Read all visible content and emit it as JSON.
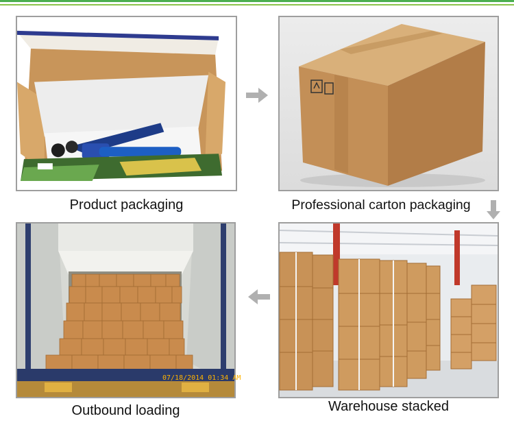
{
  "steps": [
    {
      "caption": "Product packaging",
      "photo": "product-in-box"
    },
    {
      "caption": "Professional carton packaging",
      "photo": "sealed-carton"
    },
    {
      "caption": "Outbound loading",
      "photo": "container-loading",
      "timestamp": "07/18/2014 01:34 AM"
    },
    {
      "caption": "Warehouse stacked",
      "photo": "warehouse-stack"
    }
  ],
  "colors": {
    "accent_dark": "#4caf50",
    "accent_light": "#8bc34a",
    "frame": "#9e9e9e",
    "arrow": "#b0b0b0",
    "carton": "#c9955b",
    "stamp": "#ffb300"
  },
  "icons": [
    "arrow-right-icon",
    "arrow-down-icon",
    "arrow-left-icon"
  ]
}
